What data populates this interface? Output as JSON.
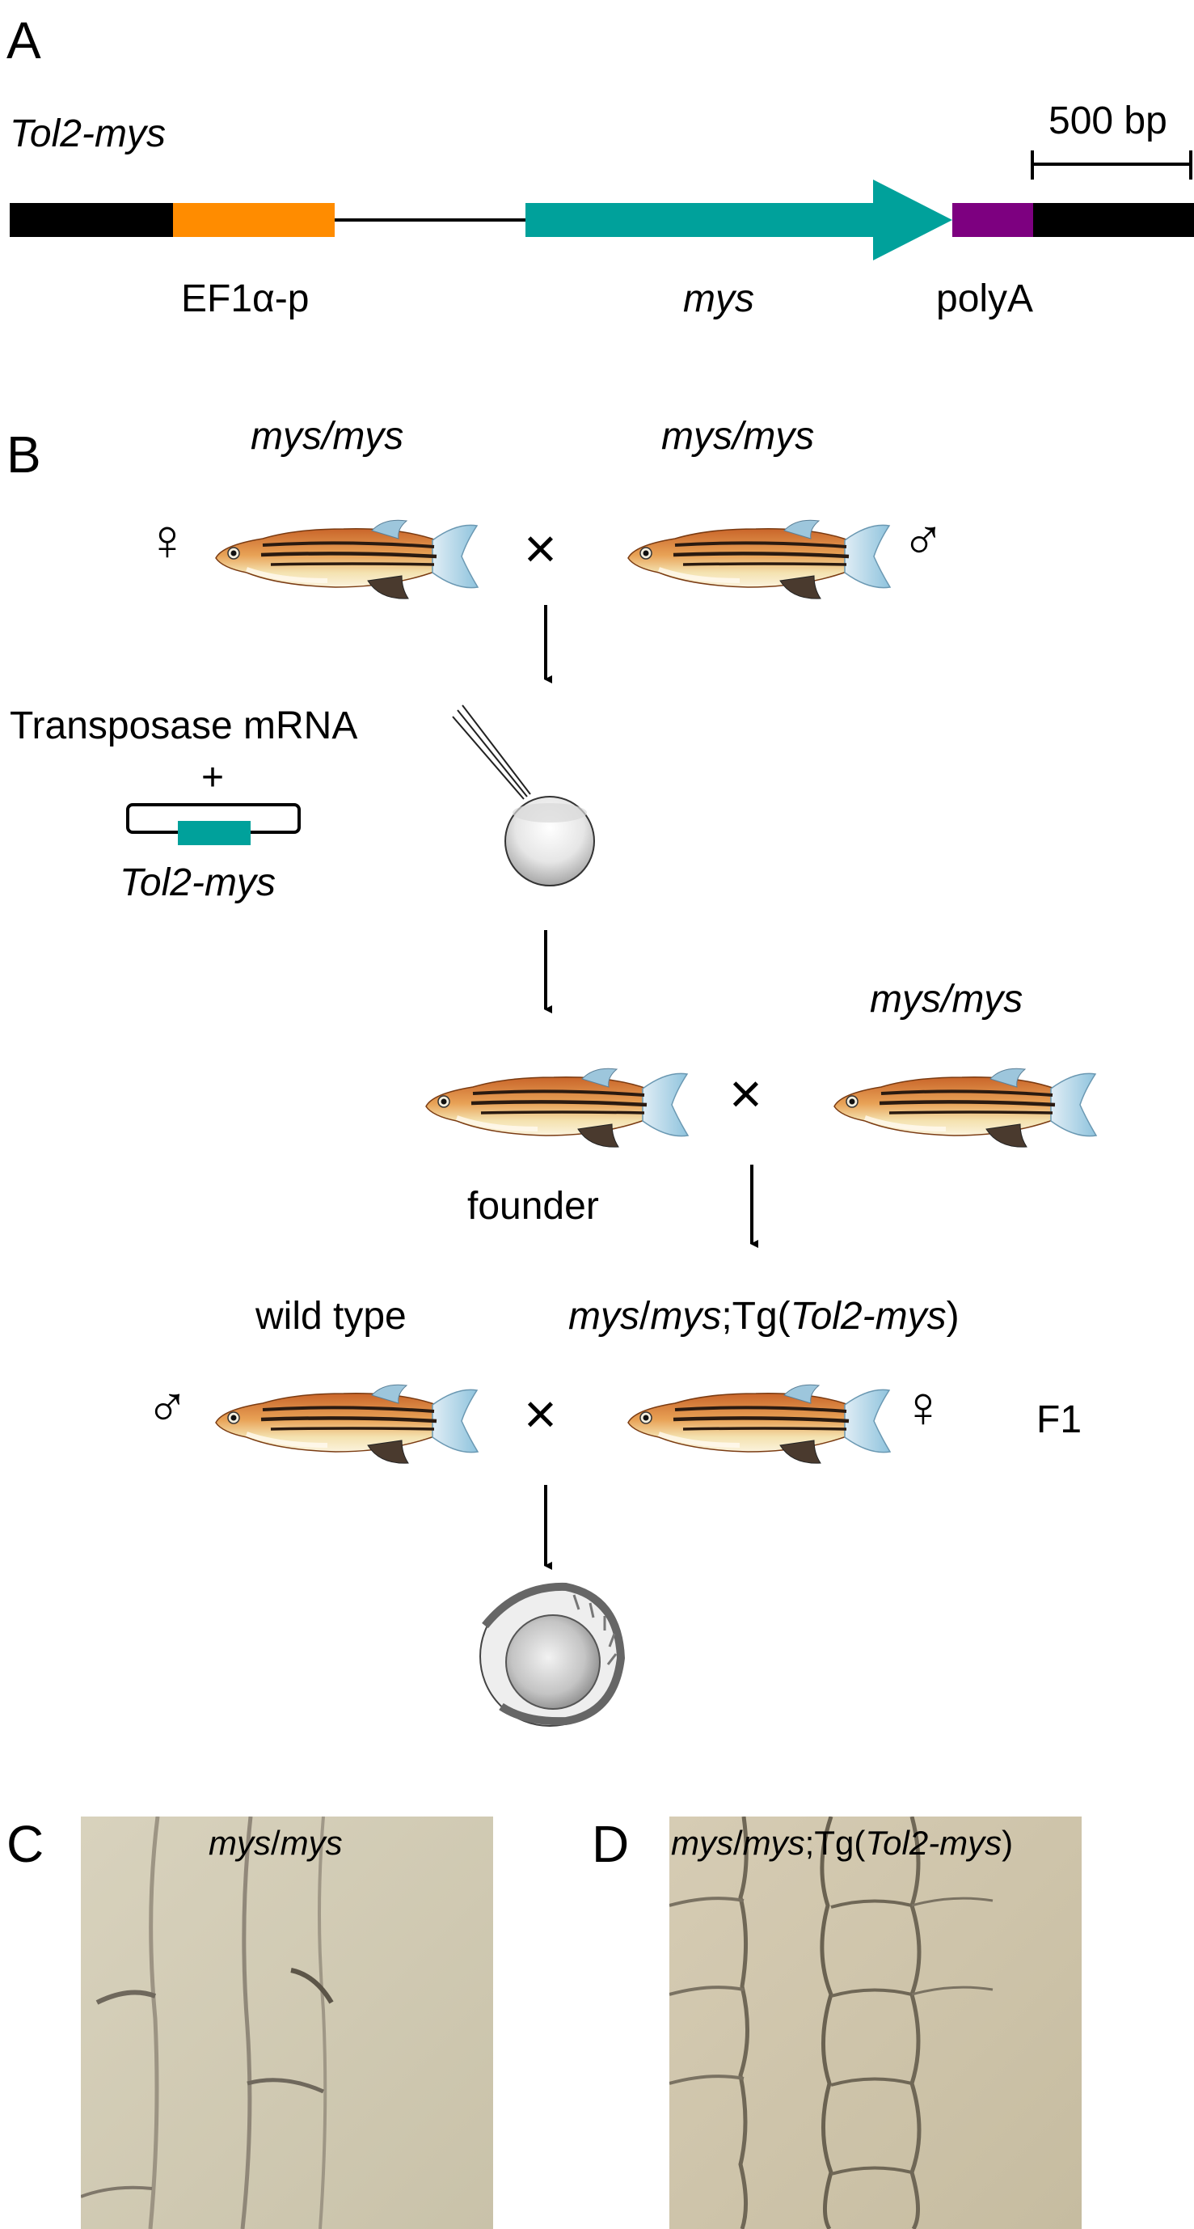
{
  "panels": {
    "A": {
      "letter": "A",
      "construct_name": "Tol2-mys",
      "scale_bar_label": "500 bp",
      "labels": {
        "promoter": "EF1α-p",
        "gene": "mys",
        "polyA": "polyA"
      },
      "colors": {
        "tol2_arm": "#000000",
        "promoter": "#ff8c00",
        "gene": "#00a19b",
        "polyA": "#7d0080"
      }
    },
    "B": {
      "letter": "B",
      "parents": {
        "left_genotype": "mys/mys",
        "right_genotype": "mys/mys",
        "left_sex": "♀",
        "right_sex": "♂",
        "cross_symbol": "×"
      },
      "injection": {
        "mrna_label": "Transposase mRNA",
        "plus": "+",
        "plasmid_label": "Tol2-mys"
      },
      "founder_cross": {
        "mate_genotype": "mys/mys",
        "founder_label": "founder",
        "cross_symbol": "×"
      },
      "f1_cross": {
        "wild_type_label": "wild type",
        "transgenic_mys": "mys",
        "transgenic_slash": "/",
        "transgenic_mys2": "mys",
        "transgenic_tg_open": ";Tg(",
        "transgenic_tol2": "Tol2-mys",
        "transgenic_close": ")",
        "left_sex": "♂",
        "right_sex": "♀",
        "generation": "F1",
        "cross_symbol": "×"
      }
    },
    "C": {
      "letter": "C",
      "caption_mys": "mys",
      "caption_slash": "/",
      "caption_mys2": "mys"
    },
    "D": {
      "letter": "D",
      "caption_mys": "mys",
      "caption_slash": "/",
      "caption_mys2": "mys",
      "caption_tg_open": ";Tg(",
      "caption_tol2": "Tol2-mys",
      "caption_close": ")"
    }
  }
}
